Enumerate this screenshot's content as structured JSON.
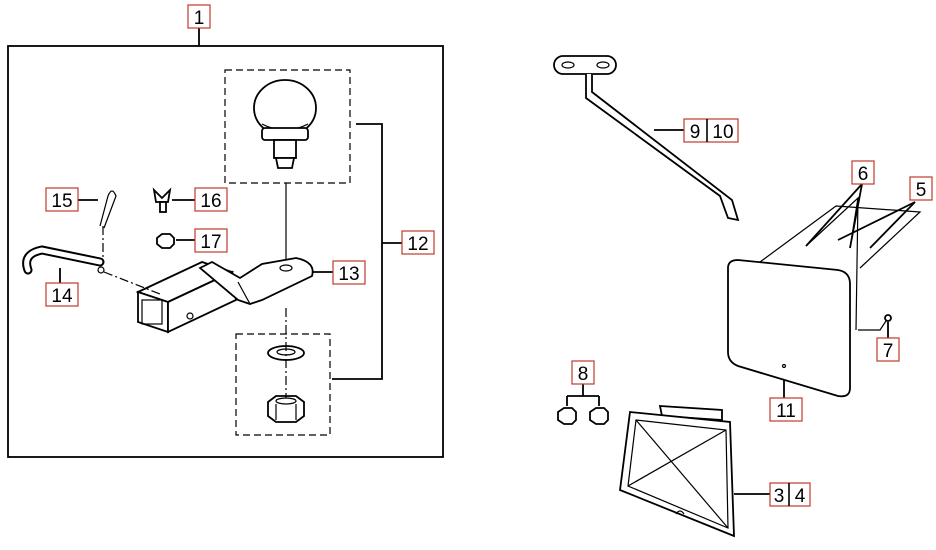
{
  "callouts": {
    "c1": "1",
    "c3_4_a": "3",
    "c3_4_b": "4",
    "c5": "5",
    "c6": "6",
    "c7": "7",
    "c8": "8",
    "c9_10_a": "9",
    "c9_10_b": "10",
    "c11": "11",
    "c12": "12",
    "c13": "13",
    "c14": "14",
    "c15": "15",
    "c16": "16",
    "c17": "17"
  },
  "colors": {
    "callout_border": "#c0392b",
    "ink": "#000000"
  }
}
